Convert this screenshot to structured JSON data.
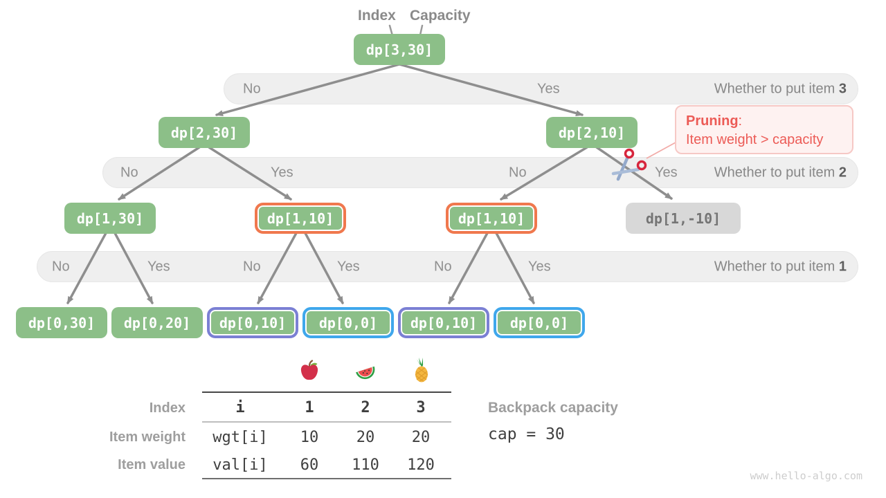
{
  "header": {
    "index_label": "Index",
    "capacity_label": "Capacity"
  },
  "tree": {
    "nodes": [
      {
        "label": "dp[3,30]"
      },
      {
        "label": "dp[2,30]"
      },
      {
        "label": "dp[2,10]"
      },
      {
        "label": "dp[1,30]"
      },
      {
        "label": "dp[1,10]"
      },
      {
        "label": "dp[1,10]"
      },
      {
        "label": "dp[1,-10]"
      },
      {
        "label": "dp[0,30]"
      },
      {
        "label": "dp[0,20]"
      },
      {
        "label": "dp[0,10]"
      },
      {
        "label": "dp[0,0]"
      },
      {
        "label": "dp[0,10]"
      },
      {
        "label": "dp[0,0]"
      }
    ],
    "decision_rows": [
      {
        "no": "No",
        "yes": "Yes",
        "caption": "Whether to put item ",
        "item": "3"
      },
      {
        "no": "No",
        "yes": "Yes",
        "caption": "Whether to put item ",
        "item": "2"
      },
      {
        "no": "No",
        "yes": "Yes",
        "caption": "Whether to put item ",
        "item": "1"
      }
    ],
    "pruning": {
      "title": "Pruning",
      "colon": ":",
      "reason": "Item weight > capacity"
    }
  },
  "table": {
    "fruits": [
      "apple",
      "watermelon",
      "pineapple"
    ],
    "rows": [
      {
        "header": "Index",
        "var": "i",
        "values": [
          "1",
          "2",
          "3"
        ]
      },
      {
        "header": "Item weight",
        "var": "wgt[i]",
        "values": [
          "10",
          "20",
          "20"
        ]
      },
      {
        "header": "Item value",
        "var": "val[i]",
        "values": [
          "60",
          "110",
          "120"
        ]
      }
    ]
  },
  "backpack": {
    "label": "Backpack capacity",
    "code": "cap = 30"
  },
  "watermark": "www.hello-algo.com",
  "colors": {
    "node_green": "#8CBF88",
    "node_gray": "#D8D8D8",
    "highlight_orange": "#F0784E",
    "highlight_purple": "#7B80D4",
    "highlight_blue": "#3FA7EC",
    "band_gray": "#EFEFEF",
    "arrow_gray": "#8E8E8E",
    "pruning_red": "#EC5B56"
  }
}
